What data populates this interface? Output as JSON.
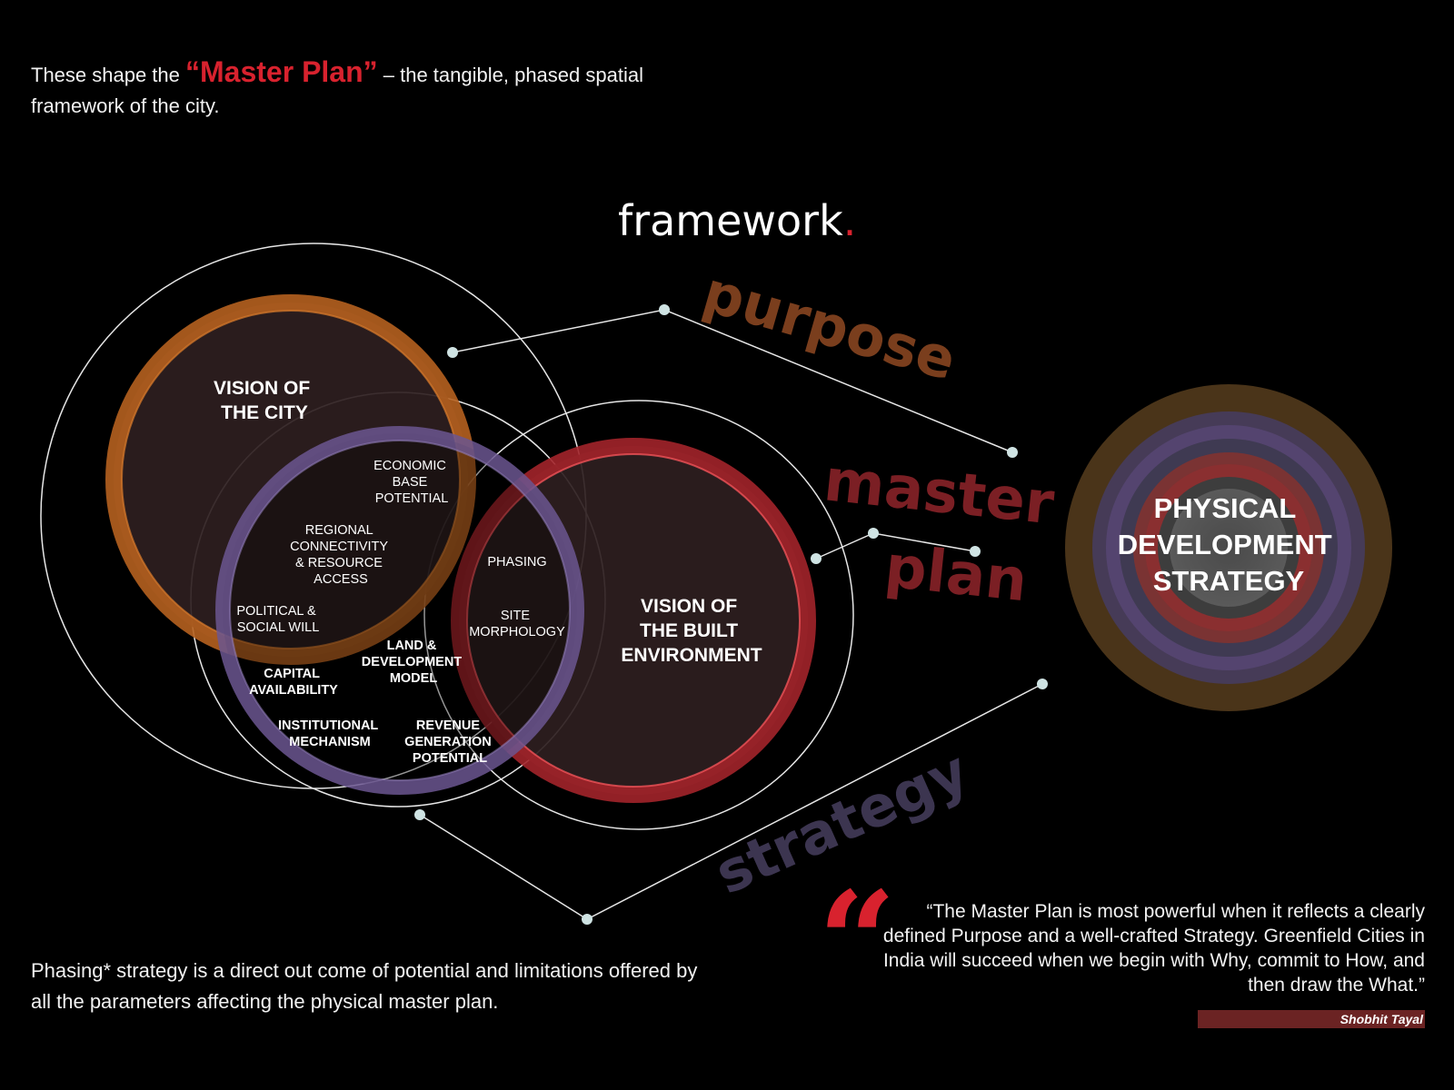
{
  "intro": {
    "before": "These shape the ",
    "highlight": "“Master Plan”",
    "after": " – the tangible, phased spatial framework of the city."
  },
  "title": {
    "text": "framework",
    "dot": "."
  },
  "words": {
    "purpose": "purpose",
    "master": "master",
    "plan": "plan",
    "strategy": "strategy"
  },
  "circles": {
    "city": [
      "VISION OF",
      "THE CITY"
    ],
    "built": [
      "VISION OF",
      "THE BUILT",
      "ENVIRONMENT"
    ],
    "pds": [
      "PHYSICAL",
      "DEVELOPMENT",
      "STRATEGY"
    ]
  },
  "parameters": {
    "economic": [
      "ECONOMIC",
      "BASE",
      "POTENTIAL"
    ],
    "regional": [
      "REGIONAL",
      "CONNECTIVITY",
      "& RESOURCE",
      "ACCESS"
    ],
    "political": [
      "POLITICAL &",
      "SOCIAL WILL"
    ],
    "phasing": [
      "PHASING"
    ],
    "site": [
      "SITE",
      "MORPHOLOGY"
    ],
    "land": [
      "LAND &",
      "DEVELOPMENT",
      "MODEL"
    ],
    "capital": [
      "CAPITAL",
      "AVAILABILITY"
    ],
    "institutional": [
      "INSTITUTIONAL",
      "MECHANISM"
    ],
    "revenue": [
      "REVENUE",
      "GENERATION",
      "POTENTIAL"
    ]
  },
  "colors": {
    "accent_red": "#d8222e",
    "purpose": "#7a3e1d",
    "master_plan": "#7b1f24",
    "strategy": "#3c3550",
    "city_ring": "#b5601f",
    "built_ring": "#c0272d",
    "purple_ring": "#6b5690"
  },
  "note": "Phasing* strategy is a direct out come of potential and limitations offered by all the parameters affecting the physical master plan.",
  "quote": {
    "mark": "“",
    "text": "“The Master Plan is most powerful when it reflects a clearly defined Purpose and a well-crafted Strategy. Greenfield Cities in India will succeed when we begin with Why, commit to How, and then draw the What.”",
    "author": "Shobhit Tayal"
  }
}
